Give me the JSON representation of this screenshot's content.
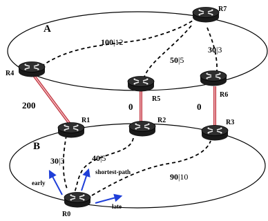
{
  "regions": {
    "a": "A",
    "b": "B"
  },
  "routers": {
    "r0": "R0",
    "r1": "R1",
    "r2": "R2",
    "r3": "R3",
    "r4": "R4",
    "r5": "R5",
    "r6": "R6",
    "r7": "R7"
  },
  "links": {
    "r4_r7": {
      "metric": "100",
      "secondary": "12"
    },
    "r5_r7": {
      "metric": "50",
      "secondary": "5"
    },
    "r6_r7": {
      "metric": "30",
      "secondary": "3"
    },
    "r4_r1": {
      "metric": "200"
    },
    "r5_r2": {
      "metric": "0"
    },
    "r6_r3": {
      "metric": "0"
    },
    "r0_r1": {
      "metric": "30",
      "secondary": "3"
    },
    "r0_r2": {
      "metric": "40",
      "secondary": "5"
    },
    "r0_r3": {
      "metric": "90",
      "secondary": "10"
    }
  },
  "path_arrows": {
    "early": "early",
    "shortest": "shortest-path",
    "late": "late"
  },
  "colors": {
    "inter_region_link": "#e8a0a8",
    "inter_region_link_edge": "#c0303a",
    "path_arrow": "#1f3fd8",
    "router_body": "#1a1a1a"
  }
}
